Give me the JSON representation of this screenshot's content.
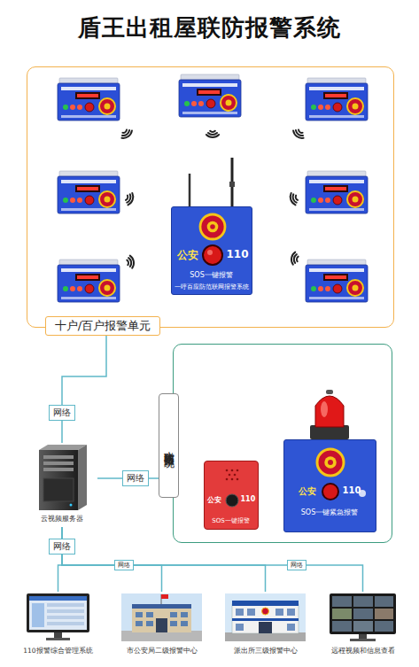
{
  "diagram": {
    "title": "盾王出租屋联防报警系统",
    "nodes": [
      {
        "text": [
          "十户/百户报警单元"
        ]
      },
      {
        "text": [
          "公安",
          "110",
          "SOS一键报警",
          "一呼百应防范联网报警系统"
        ],
        "in": 0
      },
      {
        "text": [
          "云视频服务器"
        ]
      },
      {
        "text": [
          "大联防报警系统"
        ]
      },
      {
        "text": [
          "公安",
          "110",
          "SOS一键报警"
        ],
        "in": 3
      },
      {
        "text": [
          "公安",
          "110",
          "SOS一键紧急报警"
        ],
        "in": 3
      },
      {
        "text": [
          "110报警综合管理系统"
        ]
      },
      {
        "text": [
          "市公安局二级报警中心"
        ]
      },
      {
        "text": [
          "派出所三级报警中心"
        ]
      },
      {
        "text": [
          "远程视频和信息查看"
        ]
      }
    ],
    "edges": [
      {
        "from": 0,
        "to": 2,
        "arrow": "none",
        "label": "网络"
      },
      {
        "from": 2,
        "to": 3,
        "arrow": "none",
        "label": "网络"
      },
      {
        "from": 2,
        "to": 6,
        "arrow": "none",
        "label": "网络"
      },
      {
        "from": 2,
        "to": 7,
        "arrow": "none"
      },
      {
        "from": 2,
        "to": 8,
        "arrow": "none"
      },
      {
        "from": 2,
        "to": 9,
        "arrow": "none"
      }
    ],
    "labels": [
      "网络",
      "网络"
    ]
  }
}
